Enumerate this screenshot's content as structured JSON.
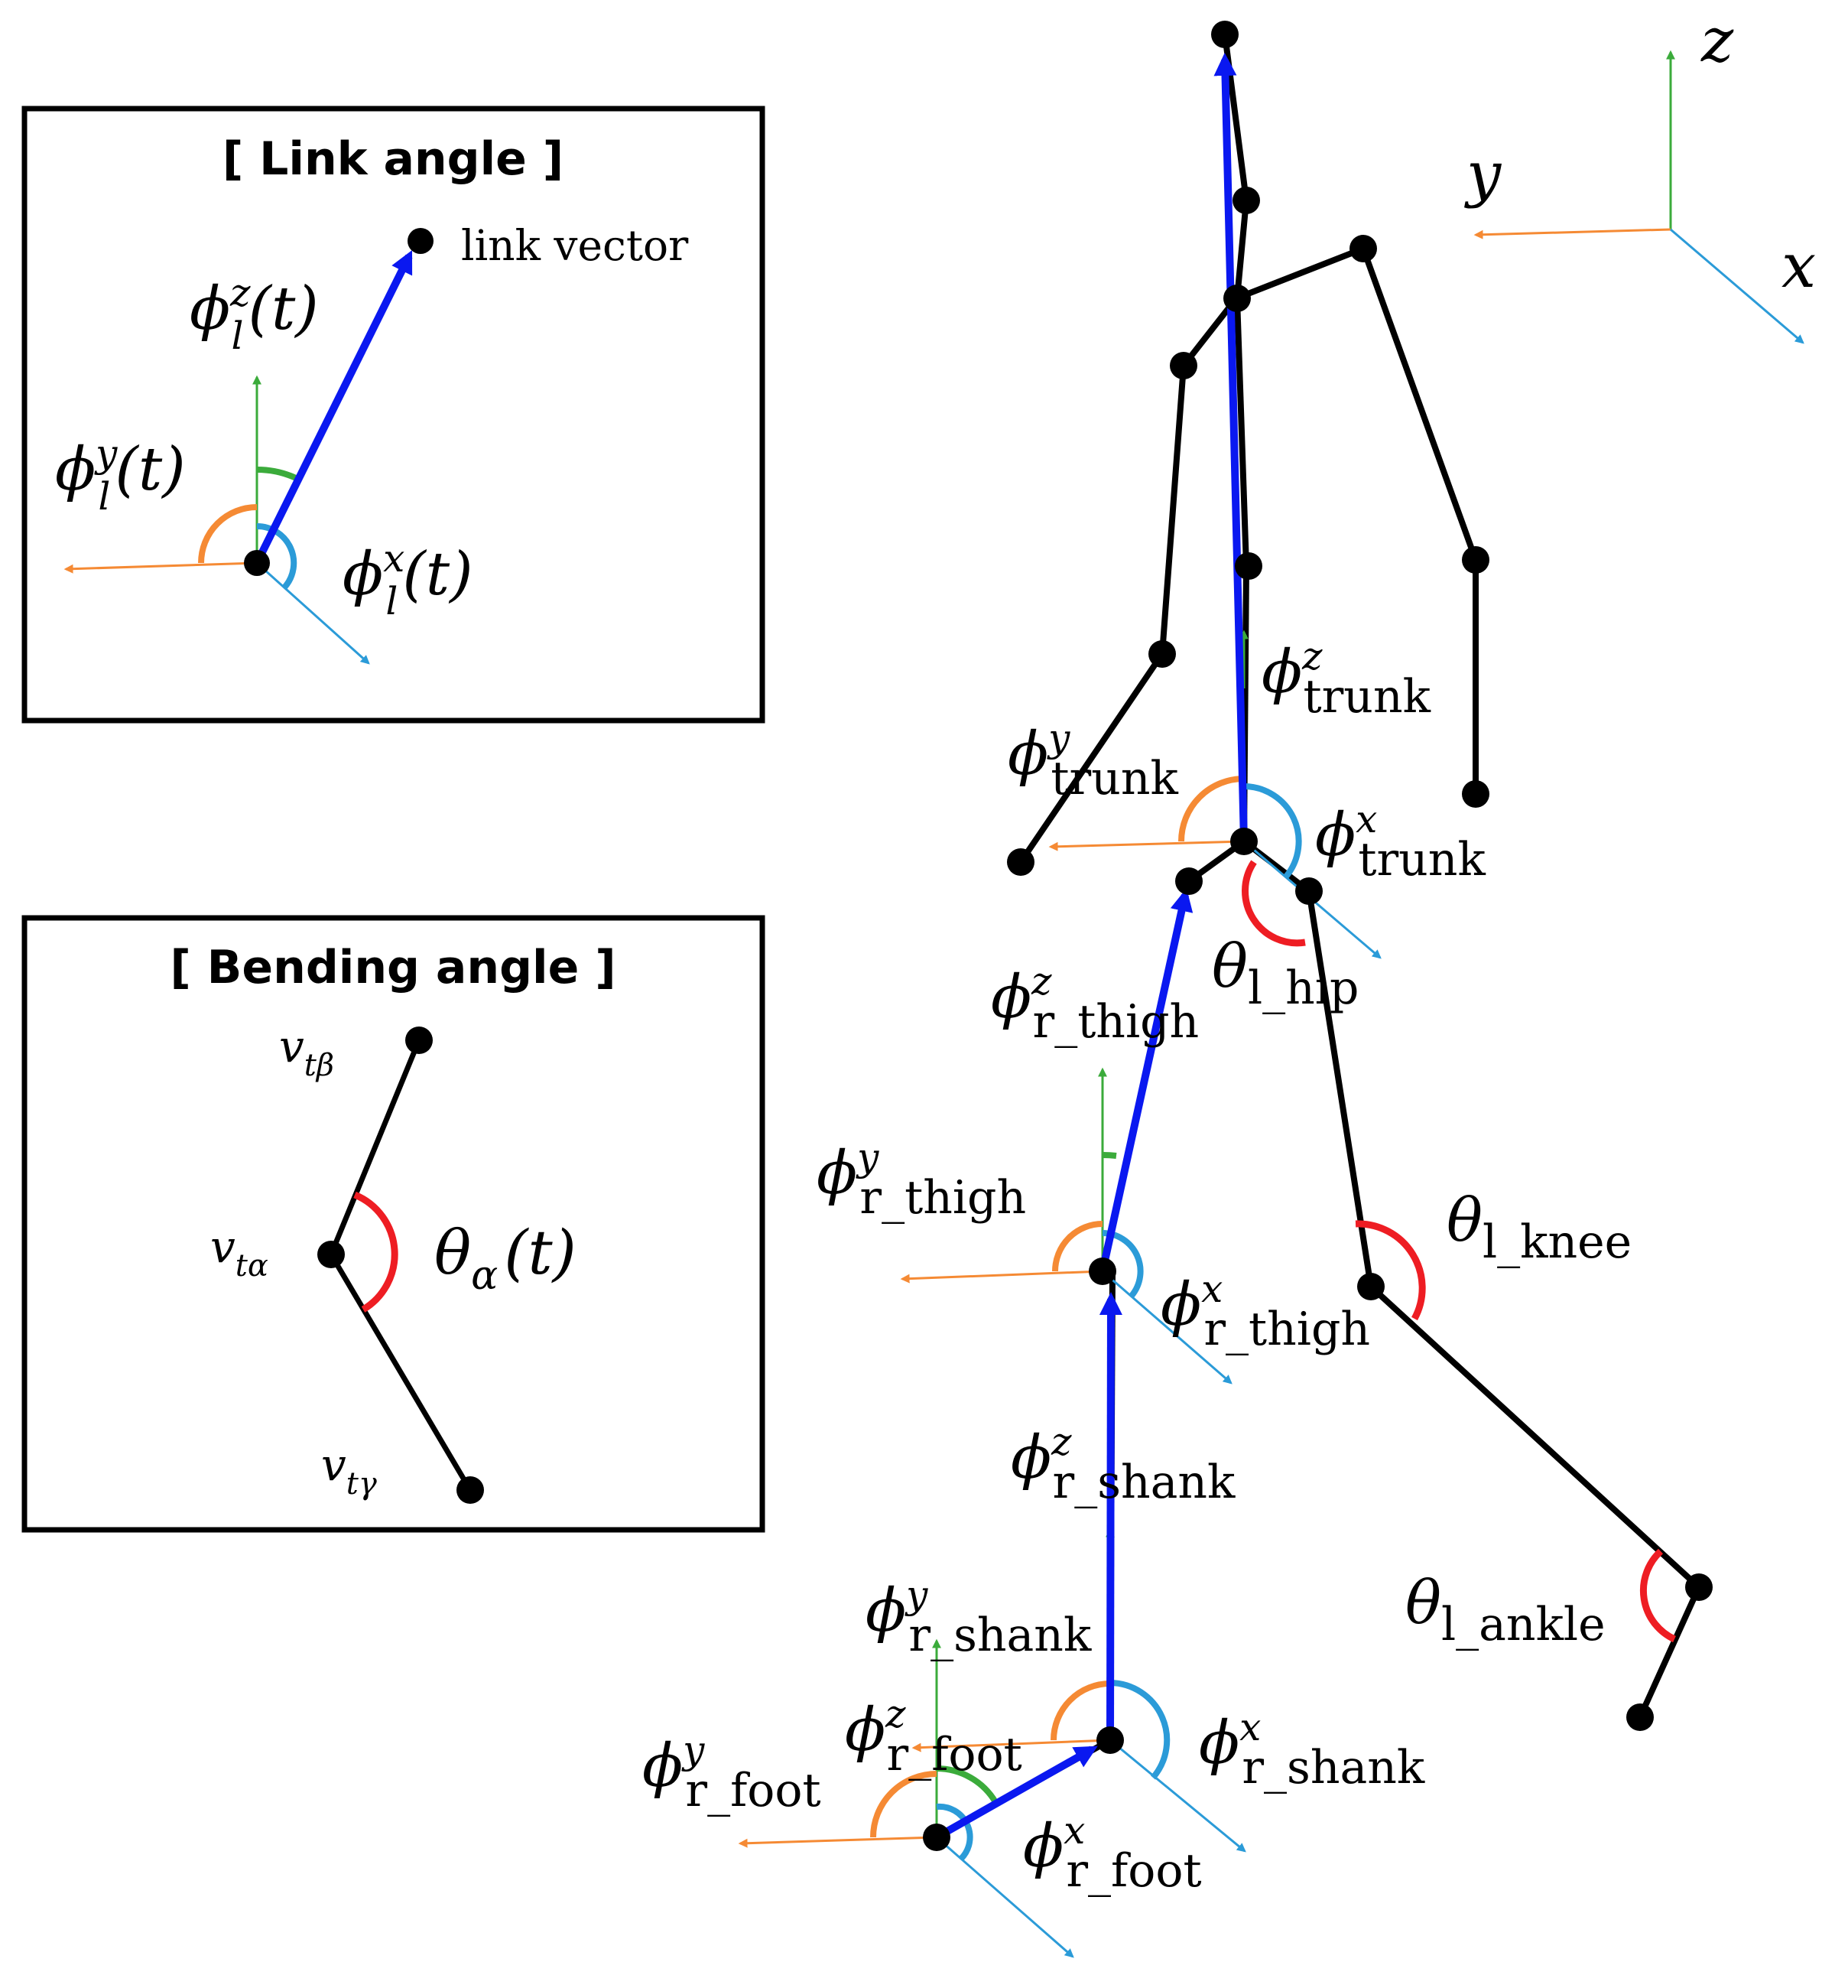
{
  "colors": {
    "x_axis": "#2b9bd8",
    "y_axis": "#f58a34",
    "z_axis": "#3bab3b",
    "link_vector": "#0a18f0",
    "skeleton": "#000000",
    "bending_arc": "#ee1d23"
  },
  "axes_legend": {
    "x": "x",
    "y": "y",
    "z": "z"
  },
  "link_box": {
    "title": "[  Link angle ]",
    "vector_label": "link vector",
    "phi": "ϕ",
    "sub": "l",
    "arg": "(t)",
    "sup_x": "x",
    "sup_y": "y",
    "sup_z": "z"
  },
  "bend_box": {
    "title": "[ Bending angle ]",
    "v": "v",
    "v_beta": "tβ",
    "v_alpha": "tα",
    "v_gamma": "tγ",
    "theta": "θ",
    "theta_sub": "α",
    "theta_arg": "(t)"
  },
  "labels": {
    "phi": "ϕ",
    "theta": "θ",
    "trunk_z": {
      "sup": "z",
      "sub": "trunk"
    },
    "trunk_y": {
      "sup": "y",
      "sub": "trunk"
    },
    "trunk_x": {
      "sup": "x",
      "sub": "trunk"
    },
    "l_hip": {
      "sub": "l_hip"
    },
    "r_thigh_z": {
      "sup": "z",
      "sub": "r_thigh"
    },
    "r_thigh_y": {
      "sup": "y",
      "sub": "r_thigh"
    },
    "r_thigh_x": {
      "sup": "x",
      "sub": "r_thigh"
    },
    "l_knee": {
      "sub": "l_knee"
    },
    "r_shank_z": {
      "sup": "z",
      "sub": "r_shank"
    },
    "r_shank_y": {
      "sup": "y",
      "sub": "r_shank"
    },
    "r_shank_x": {
      "sup": "x",
      "sub": "r_shank"
    },
    "l_ankle": {
      "sub": "l_ankle"
    },
    "r_foot_z": {
      "sup": "z",
      "sub": "r_foot"
    },
    "r_foot_y": {
      "sup": "y",
      "sub": "r_foot"
    },
    "r_foot_x": {
      "sup": "x",
      "sub": "r_foot"
    }
  }
}
